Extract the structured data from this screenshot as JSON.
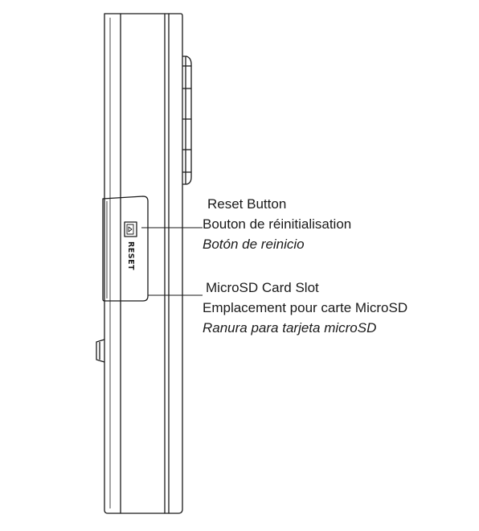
{
  "device": {
    "reset_label": "RESET"
  },
  "callouts": {
    "reset": {
      "title": "Reset Button",
      "fr": "Bouton de réinitialisation",
      "es": "Botón de reinicio"
    },
    "microsd": {
      "title": "MicroSD Card Slot",
      "fr": "Emplacement pour carte MicroSD",
      "es": "Ranura para tarjeta microSD"
    }
  },
  "colors": {
    "outline": "#1a1a1a",
    "background": "#ffffff"
  }
}
